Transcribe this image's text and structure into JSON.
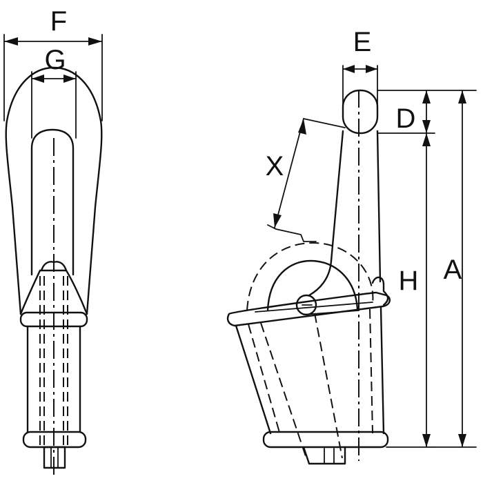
{
  "diagram": {
    "dimension_labels": {
      "F": "F",
      "G": "G",
      "E": "E",
      "D": "D",
      "X": "X",
      "H": "H",
      "A": "A"
    },
    "line_color": "#111111",
    "background_color": "#ffffff"
  }
}
